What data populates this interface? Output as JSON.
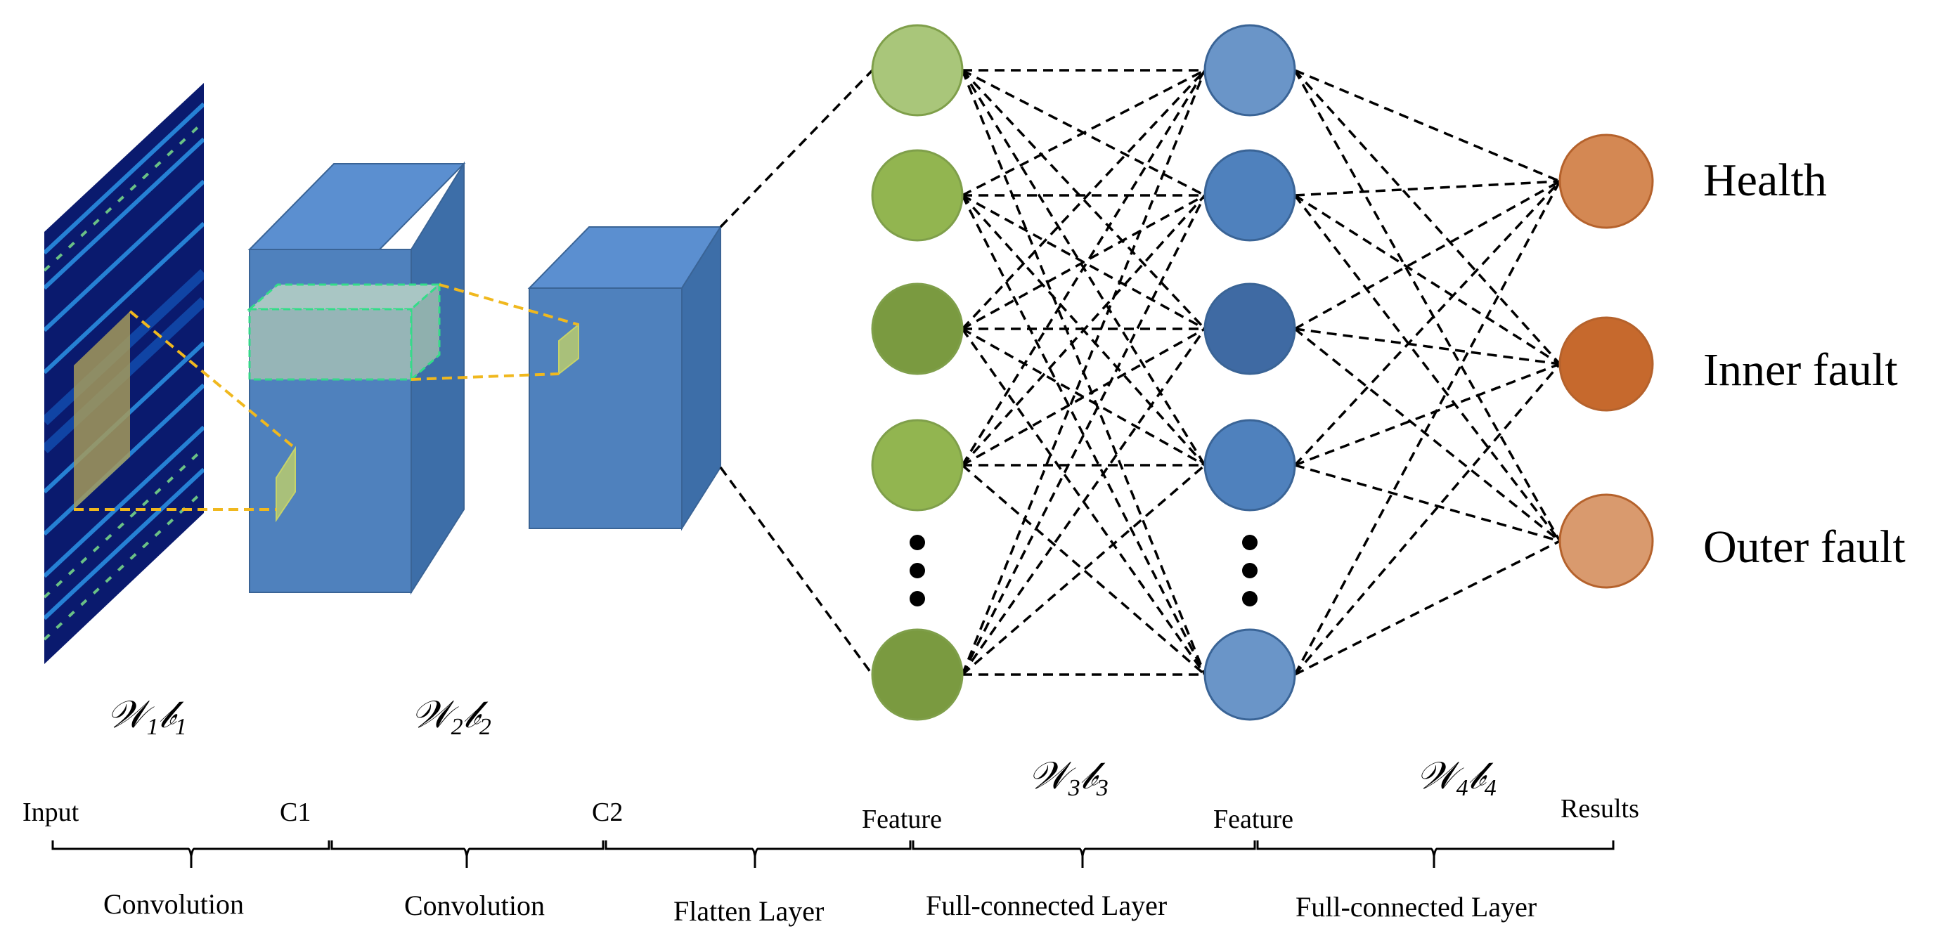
{
  "diagram": {
    "classes": [
      "Health",
      "Inner fault",
      "Outer fault"
    ],
    "weights": [
      {
        "w": "𝒲",
        "sub": "1",
        "b": "𝒷",
        "bsub": "1"
      },
      {
        "w": "𝒲",
        "sub": "2",
        "b": "𝒷",
        "bsub": "2"
      },
      {
        "w": "𝒲",
        "sub": "3",
        "b": "𝒷",
        "bsub": "3"
      },
      {
        "w": "𝒲",
        "sub": "4",
        "b": "𝒷",
        "bsub": "4"
      }
    ],
    "stages": [
      "Input",
      "C1",
      "C2",
      "Feature",
      "Feature",
      "Results"
    ],
    "operations": [
      "Convolution",
      "Convolution",
      "Flatten Layer",
      "Full-connected Layer",
      "Full-connected Layer"
    ],
    "colors": {
      "input_bg": "#0a1a6e",
      "block_front": "#4f81bd",
      "block_top": "#5b8fd0",
      "block_side": "#3d6ea8",
      "feature_nodes": [
        "#a9c67a",
        "#92b550",
        "#7a9a40",
        "#92b550",
        "#7a9a40"
      ],
      "hidden_nodes": [
        "#6a95c8",
        "#4f81bd",
        "#3f6aa3",
        "#4f81bd",
        "#6a95c8"
      ],
      "output_nodes": [
        "#d48853",
        "#c6692d",
        "#d99a6e"
      ],
      "kernel": "#f0b81e",
      "highlight": "#33dd88"
    }
  }
}
